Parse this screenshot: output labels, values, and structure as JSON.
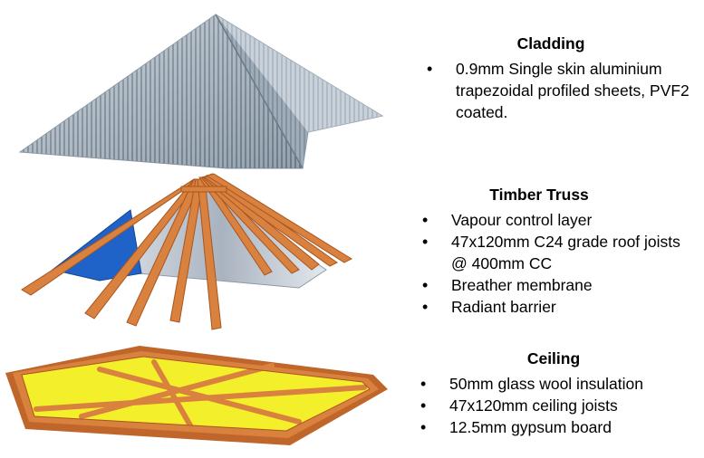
{
  "sections": {
    "cladding": {
      "title": "Cladding",
      "items": [
        "0.9mm Single skin aluminium trapezoidal profiled sheets, PVF2 coated."
      ]
    },
    "truss": {
      "title": "Timber Truss",
      "items": [
        "Vapour control layer",
        "47x120mm C24 grade roof joists @ 400mm CC",
        "Breather membrane",
        "Radiant barrier"
      ]
    },
    "ceiling": {
      "title": "Ceiling",
      "items": [
        "50mm glass wool insulation",
        "47x120mm ceiling joists",
        "12.5mm gypsum board"
      ]
    }
  },
  "colors": {
    "timber": "#d9813e",
    "timber_dark": "#a9551f",
    "insulation": "#f3ef2a",
    "membrane_blue": "#1f63c9",
    "metal": "#b9c6d2"
  }
}
